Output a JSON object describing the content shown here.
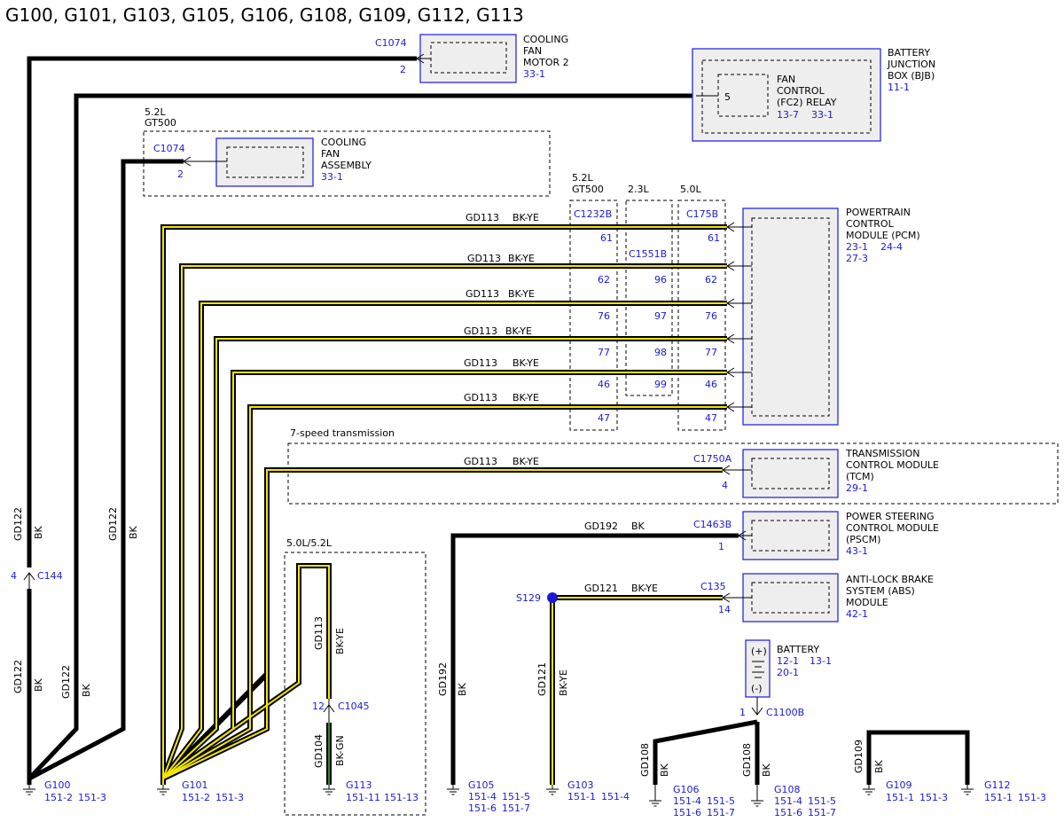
{
  "title": "G100, G101, G103, G105, G106, G108, G109, G112, G113",
  "components": {
    "cfm2": {
      "lines": [
        "COOLING",
        "FAN",
        "MOTOR 2"
      ],
      "ref": "33-1",
      "connector": "C1074",
      "pin": "2"
    },
    "bjb": {
      "lines": [
        "BATTERY",
        "JUNCTION",
        "BOX (BJB)"
      ],
      "ref": "11-1"
    },
    "fc2": {
      "lines": [
        "FAN",
        "CONTROL",
        "(FC2) RELAY"
      ],
      "ref1": "13-7",
      "ref2": "33-1",
      "pin": "5"
    },
    "cfa": {
      "lines": [
        "COOLING",
        "FAN",
        "ASSEMBLY"
      ],
      "ref": "33-1",
      "connector": "C1074",
      "pin": "2",
      "variant": [
        "5.2L",
        "GT500"
      ]
    },
    "pcm": {
      "lines": [
        "POWERTRAIN",
        "CONTROL",
        "MODULE (PCM)"
      ],
      "ref1": "23-1",
      "ref2": "24-4",
      "ref3": "27-3"
    },
    "tcm": {
      "lines": [
        "TRANSMISSION",
        "CONTROL MODULE",
        "(TCM)"
      ],
      "ref": "29-1",
      "connector": "C1750A",
      "pin": "4",
      "variant": "7-speed transmission"
    },
    "pscm": {
      "lines": [
        "POWER STEERING",
        "CONTROL MODULE",
        "(PSCM)"
      ],
      "ref": "43-1",
      "connector": "C1463B",
      "pin": "1"
    },
    "abs": {
      "lines": [
        "ANTI-LOCK BRAKE",
        "SYSTEM (ABS)",
        "MODULE"
      ],
      "ref": "42-1",
      "connector": "C135",
      "pin": "14"
    },
    "battery": {
      "name": "BATTERY",
      "ref1": "12-1",
      "ref2": "13-1",
      "ref3": "20-1",
      "plus": "(+)",
      "minus": "(-)",
      "connector": "C1100B",
      "pin": "1"
    }
  },
  "pcm_connectors": {
    "columns": [
      {
        "variant": [
          "5.2L",
          "GT500"
        ],
        "connector": "C1232B",
        "pins": [
          "61",
          "62",
          "76",
          "77",
          "46",
          "47"
        ]
      },
      {
        "variant": [
          "2.3L"
        ],
        "connector": "C1551B",
        "pins": [
          "96",
          "97",
          "98",
          "99"
        ]
      },
      {
        "variant": [
          "5.0L"
        ],
        "connector": "C175B",
        "pins": [
          "61",
          "62",
          "76",
          "77",
          "46",
          "47"
        ]
      }
    ]
  },
  "wire_labels": {
    "gd113": "GD113",
    "bkye": "BK-YE",
    "gd122": "GD122",
    "bk": "BK",
    "gd192": "GD192",
    "gd121": "GD121",
    "gd104": "GD104",
    "bkgn": "BK-GN",
    "gd108": "GD108",
    "gd109": "GD109"
  },
  "inline": {
    "c144": "C144",
    "c144_pin": "4",
    "c1045": "C1045",
    "c1045_pin": "12",
    "s129": "S129",
    "c1045_variant": "5.0L/5.2L"
  },
  "grounds": [
    {
      "name": "G100",
      "refs": [
        "151-2",
        "151-3"
      ]
    },
    {
      "name": "G101",
      "refs": [
        "151-2",
        "151-3"
      ]
    },
    {
      "name": "G113",
      "refs": [
        "151-11",
        "151-13"
      ]
    },
    {
      "name": "G105",
      "refs": [
        "151-4",
        "151-5",
        "151-6",
        "151-7"
      ]
    },
    {
      "name": "G103",
      "refs": [
        "151-1",
        "151-4"
      ]
    },
    {
      "name": "G106",
      "refs": [
        "151-4",
        "151-5",
        "151-6",
        "151-7"
      ]
    },
    {
      "name": "G108",
      "refs": [
        "151-4",
        "151-5",
        "151-6",
        "151-7"
      ]
    },
    {
      "name": "G109",
      "refs": [
        "151-1",
        "151-3"
      ]
    },
    {
      "name": "G112",
      "refs": [
        "151-1",
        "151-3"
      ]
    }
  ],
  "colors": {
    "wire_yellow": "#f2e600",
    "module_border": "#2a2ae0",
    "ref_text": "#1a1ad6",
    "splice": "#1a1ad6",
    "bk_gn_stripe": "#2e8b2e"
  }
}
